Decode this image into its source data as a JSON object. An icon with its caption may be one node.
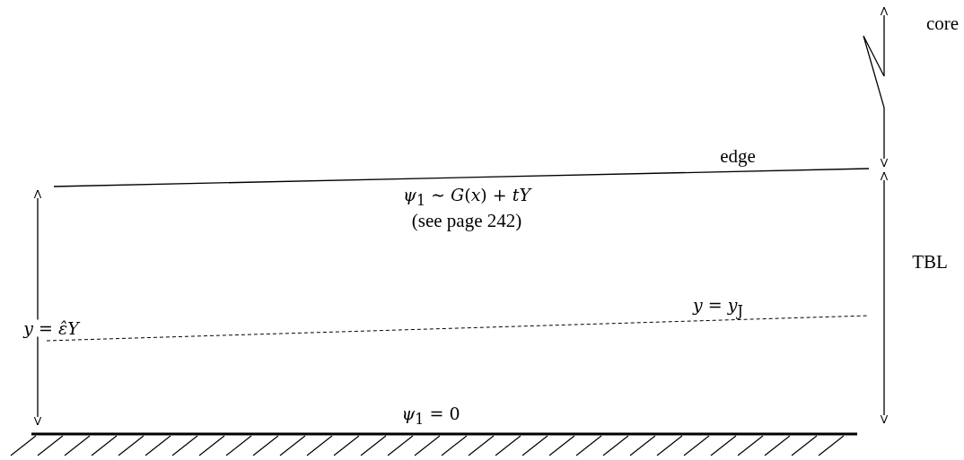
{
  "diagram": {
    "labels": [
      "core",
      "edge",
      "*ψ*$_{1}$ ∼ *G*(*x*) + *tY*",
      "(see page 242)",
      "TBL",
      "*y* = *ε̂Y*",
      "*y* = *y*$_{J}$",
      "*ψ*$_{1}$ = 0"
    ]
  }
}
